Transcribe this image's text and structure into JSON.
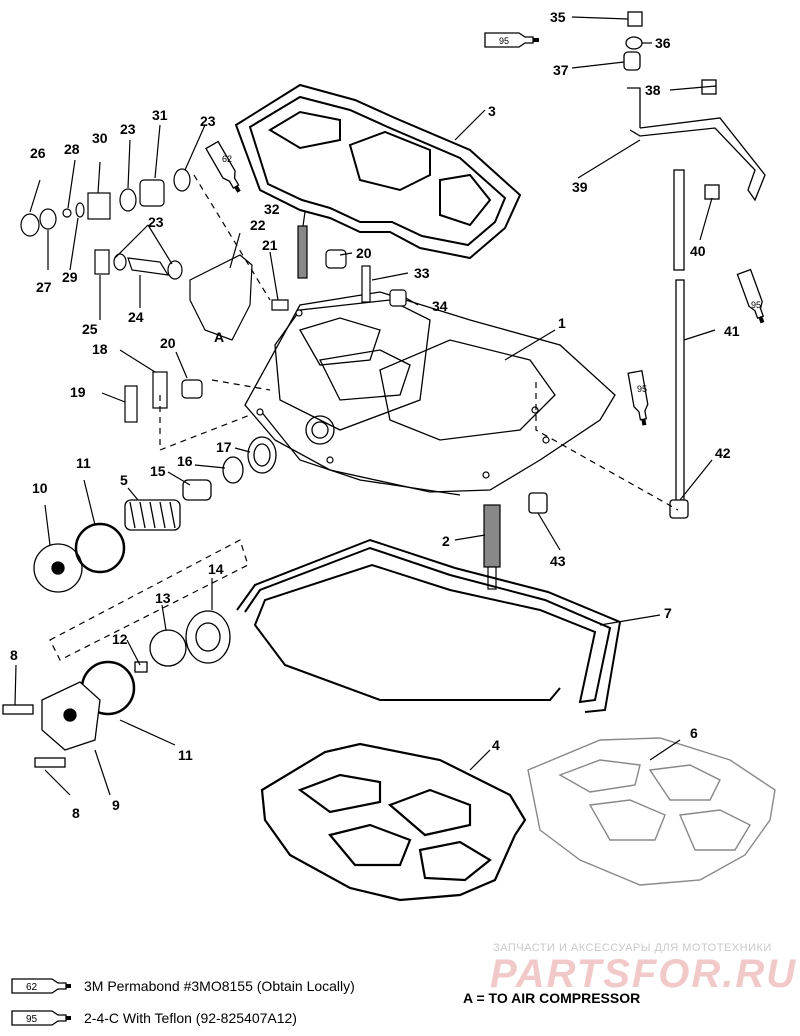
{
  "callouts": [
    {
      "id": "c1",
      "text": "1"
    },
    {
      "id": "c2",
      "text": "2"
    },
    {
      "id": "c3",
      "text": "3"
    },
    {
      "id": "c4",
      "text": "4"
    },
    {
      "id": "c5",
      "text": "5"
    },
    {
      "id": "c6",
      "text": "6"
    },
    {
      "id": "c7",
      "text": "7"
    },
    {
      "id": "c8a",
      "text": "8"
    },
    {
      "id": "c8b",
      "text": "8"
    },
    {
      "id": "c9",
      "text": "9"
    },
    {
      "id": "c10",
      "text": "10"
    },
    {
      "id": "c11a",
      "text": "11"
    },
    {
      "id": "c11b",
      "text": "11"
    },
    {
      "id": "c12",
      "text": "12"
    },
    {
      "id": "c13",
      "text": "13"
    },
    {
      "id": "c14",
      "text": "14"
    },
    {
      "id": "c15",
      "text": "15"
    },
    {
      "id": "c16",
      "text": "16"
    },
    {
      "id": "c17",
      "text": "17"
    },
    {
      "id": "c18",
      "text": "18"
    },
    {
      "id": "c19",
      "text": "19"
    },
    {
      "id": "c20a",
      "text": "20"
    },
    {
      "id": "c20b",
      "text": "20"
    },
    {
      "id": "c21",
      "text": "21"
    },
    {
      "id": "c22",
      "text": "22"
    },
    {
      "id": "c23a",
      "text": "23"
    },
    {
      "id": "c23b",
      "text": "23"
    },
    {
      "id": "c23c",
      "text": "23"
    },
    {
      "id": "c24",
      "text": "24"
    },
    {
      "id": "c25",
      "text": "25"
    },
    {
      "id": "c26",
      "text": "26"
    },
    {
      "id": "c27",
      "text": "27"
    },
    {
      "id": "c28",
      "text": "28"
    },
    {
      "id": "c29",
      "text": "29"
    },
    {
      "id": "c30",
      "text": "30"
    },
    {
      "id": "c31",
      "text": "31"
    },
    {
      "id": "c32",
      "text": "32"
    },
    {
      "id": "c33",
      "text": "33"
    },
    {
      "id": "c34",
      "text": "34"
    },
    {
      "id": "c35",
      "text": "35"
    },
    {
      "id": "c36",
      "text": "36"
    },
    {
      "id": "c37",
      "text": "37"
    },
    {
      "id": "c38",
      "text": "38"
    },
    {
      "id": "c39",
      "text": "39"
    },
    {
      "id": "c40",
      "text": "40"
    },
    {
      "id": "c41",
      "text": "41"
    },
    {
      "id": "c42",
      "text": "42"
    },
    {
      "id": "c43",
      "text": "43"
    },
    {
      "id": "cA",
      "text": "A"
    }
  ],
  "tube_labels": {
    "t62": "62",
    "t95": "95"
  },
  "legend": [
    {
      "code": "62",
      "text": "3M Permabond #3MO8155 (Obtain Locally)"
    },
    {
      "code": "95",
      "text": "2-4-C  With Teflon (92-825407A12)"
    }
  ],
  "note": "A = TO AIR COMPRESSOR",
  "watermark": {
    "small": "ЗАПЧАСТИ И АКСЕССУАРЫ ДЛЯ МОТОТЕХНИКИ",
    "big": "PARTSFOR.RU"
  }
}
